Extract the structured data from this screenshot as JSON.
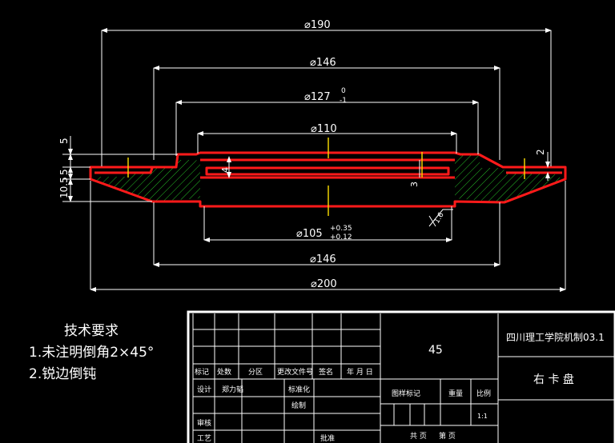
{
  "dimensions": {
    "d190": "⌀190",
    "d146_top": "⌀146",
    "d127": "⌀127",
    "d127_upper": "0",
    "d127_lower": "-1",
    "d110": "⌀110",
    "d105": "⌀105",
    "d105_upper": "+0.35",
    "d105_lower": "+0.12",
    "d146_bottom": "⌀146",
    "d200": "⌀200",
    "left_5_top": "5",
    "left_5_mid": "5",
    "left_10_5": "10.5",
    "inner_4": "4",
    "inner_3": "3",
    "right_2": "2",
    "roughness": "1.6"
  },
  "tech_requirements": {
    "title": "技术要求",
    "item1": "1.未注明倒角2×45°",
    "item2": "2.锐边倒钝"
  },
  "title_block": {
    "material": "45",
    "school": "四川理工学院机制03.1",
    "part_name": "右 卡 盘",
    "biaoji": "标记",
    "chushu": "处数",
    "fenqu": "分区",
    "gengai": "更改文件号",
    "qianming": "签名",
    "nianyueri": "年 月 日",
    "sheji": "设计",
    "designer": "郑力韬",
    "biaozhunhua": "标准化",
    "huizhi": "绘制",
    "shenhe": "审核",
    "gongyi": "工艺",
    "pizhun": "批准",
    "tuyang": "图样标记",
    "zhongliang": "重量",
    "bili": "比例",
    "scale": "1:1",
    "gong": "共  页",
    "di": "第 页"
  }
}
